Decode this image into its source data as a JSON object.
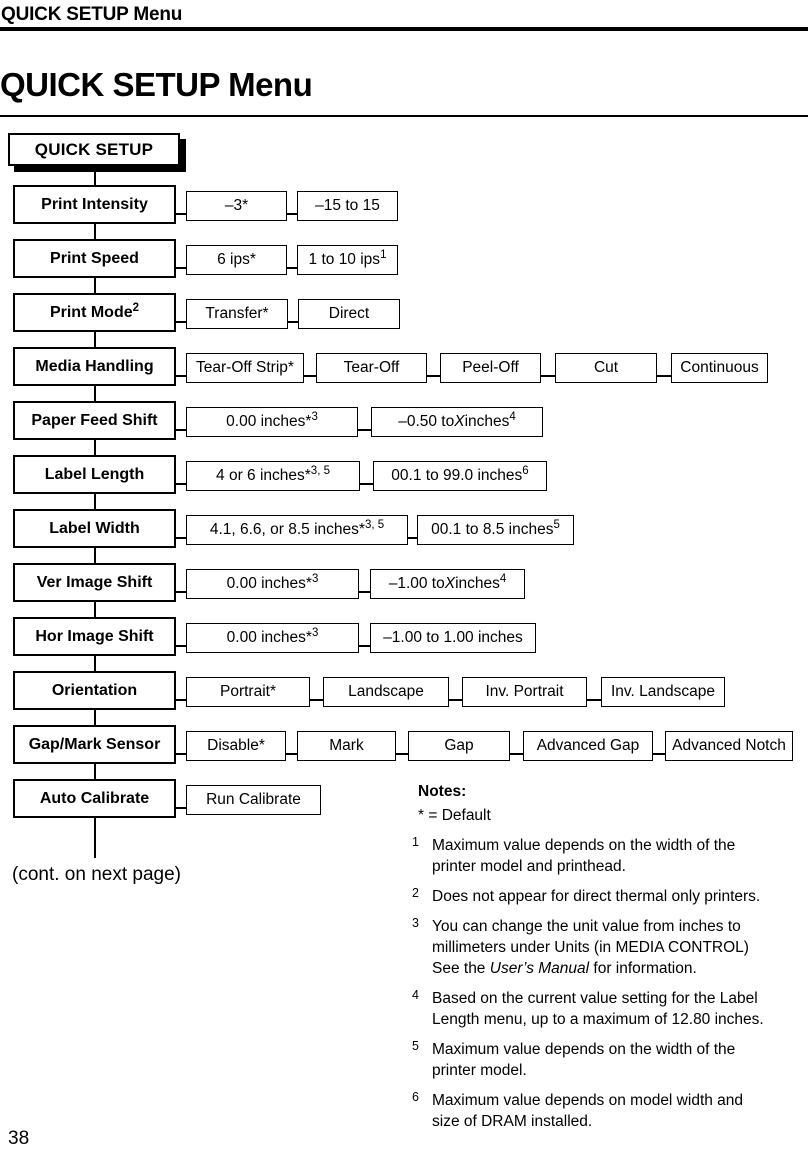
{
  "header": {
    "running_title": "QUICK SETUP Menu",
    "page_title": "QUICK SETUP Menu"
  },
  "diagram": {
    "root": {
      "label": "QUICK SETUP"
    },
    "rows": [
      {
        "menu": {
          "text": "Print Intensity"
        },
        "values": [
          {
            "text": "–3*"
          },
          {
            "text": "–15 to 15"
          }
        ]
      },
      {
        "menu": {
          "text": "Print Speed"
        },
        "values": [
          {
            "text": "6 ips*"
          },
          {
            "text": "1 to 10 ips",
            "sup": "1"
          }
        ]
      },
      {
        "menu": {
          "text": "Print Mode",
          "sup": "2"
        },
        "values": [
          {
            "text": "Transfer*"
          },
          {
            "text": "Direct"
          }
        ]
      },
      {
        "menu": {
          "text": "Media Handling"
        },
        "values": [
          {
            "text": "Tear-Off Strip*"
          },
          {
            "text": "Tear-Off"
          },
          {
            "text": "Peel-Off"
          },
          {
            "text": "Cut"
          },
          {
            "text": "Continuous"
          }
        ]
      },
      {
        "menu": {
          "text": "Paper Feed Shift"
        },
        "values": [
          {
            "text": "0.00 inches*",
            "sup": "3"
          },
          {
            "text": "–0.50 to ",
            "italic": "X",
            "post": " inches",
            "sup": "4"
          }
        ]
      },
      {
        "menu": {
          "text": "Label Length"
        },
        "values": [
          {
            "text": "4 or 6 inches*",
            "sup": "3, 5"
          },
          {
            "text": "00.1 to 99.0 inches",
            "sup": "6"
          }
        ]
      },
      {
        "menu": {
          "text": "Label Width"
        },
        "values": [
          {
            "text": "4.1, 6.6, or 8.5 inches*",
            "sup": "3, 5"
          },
          {
            "text": "00.1 to 8.5 inches",
            "sup": "5"
          }
        ]
      },
      {
        "menu": {
          "text": "Ver Image Shift"
        },
        "values": [
          {
            "text": "0.00 inches*",
            "sup": "3"
          },
          {
            "text": "–1.00 to ",
            "italic": "X",
            "post": " inches",
            "sup": "4"
          }
        ]
      },
      {
        "menu": {
          "text": "Hor Image Shift"
        },
        "values": [
          {
            "text": "0.00 inches*",
            "sup": "3"
          },
          {
            "text": "–1.00 to 1.00 inches"
          }
        ]
      },
      {
        "menu": {
          "text": "Orientation"
        },
        "values": [
          {
            "text": "Portrait*"
          },
          {
            "text": "Landscape"
          },
          {
            "text": "Inv. Portrait"
          },
          {
            "text": "Inv. Landscape"
          }
        ]
      },
      {
        "menu": {
          "text": "Gap/Mark Sensor"
        },
        "values": [
          {
            "text": "Disable*"
          },
          {
            "text": "Mark"
          },
          {
            "text": "Gap"
          },
          {
            "text": "Advanced Gap"
          },
          {
            "text": "Advanced Notch"
          }
        ]
      },
      {
        "menu": {
          "text": "Auto Calibrate"
        },
        "values": [
          {
            "text": "Run Calibrate"
          }
        ]
      }
    ],
    "continuation": "(cont. on next page)"
  },
  "notes": {
    "title": "Notes:",
    "default_legend": "* = Default",
    "items": [
      {
        "num": "1",
        "segments": [
          {
            "t": "Maximum value depends on the width of the printer model and printhead."
          }
        ]
      },
      {
        "num": "2",
        "segments": [
          {
            "t": "Does not appear for direct thermal only printers."
          }
        ]
      },
      {
        "num": "3",
        "segments": [
          {
            "t": "You can change the unit value from inches to millimeters under Units (in MEDIA CONTROL) See the "
          },
          {
            "t": "User’s Manual",
            "i": true
          },
          {
            "t": " for information."
          }
        ]
      },
      {
        "num": "4",
        "segments": [
          {
            "t": "Based on the current value setting for the Label Length menu, up to a maximum of 12.80 inches."
          }
        ]
      },
      {
        "num": "5",
        "segments": [
          {
            "t": "Maximum value depends on the width of the printer model."
          }
        ]
      },
      {
        "num": "6",
        "segments": [
          {
            "t": "Maximum value depends on model width and size of DRAM installed."
          }
        ]
      }
    ]
  },
  "footer": {
    "page_number": "38"
  }
}
